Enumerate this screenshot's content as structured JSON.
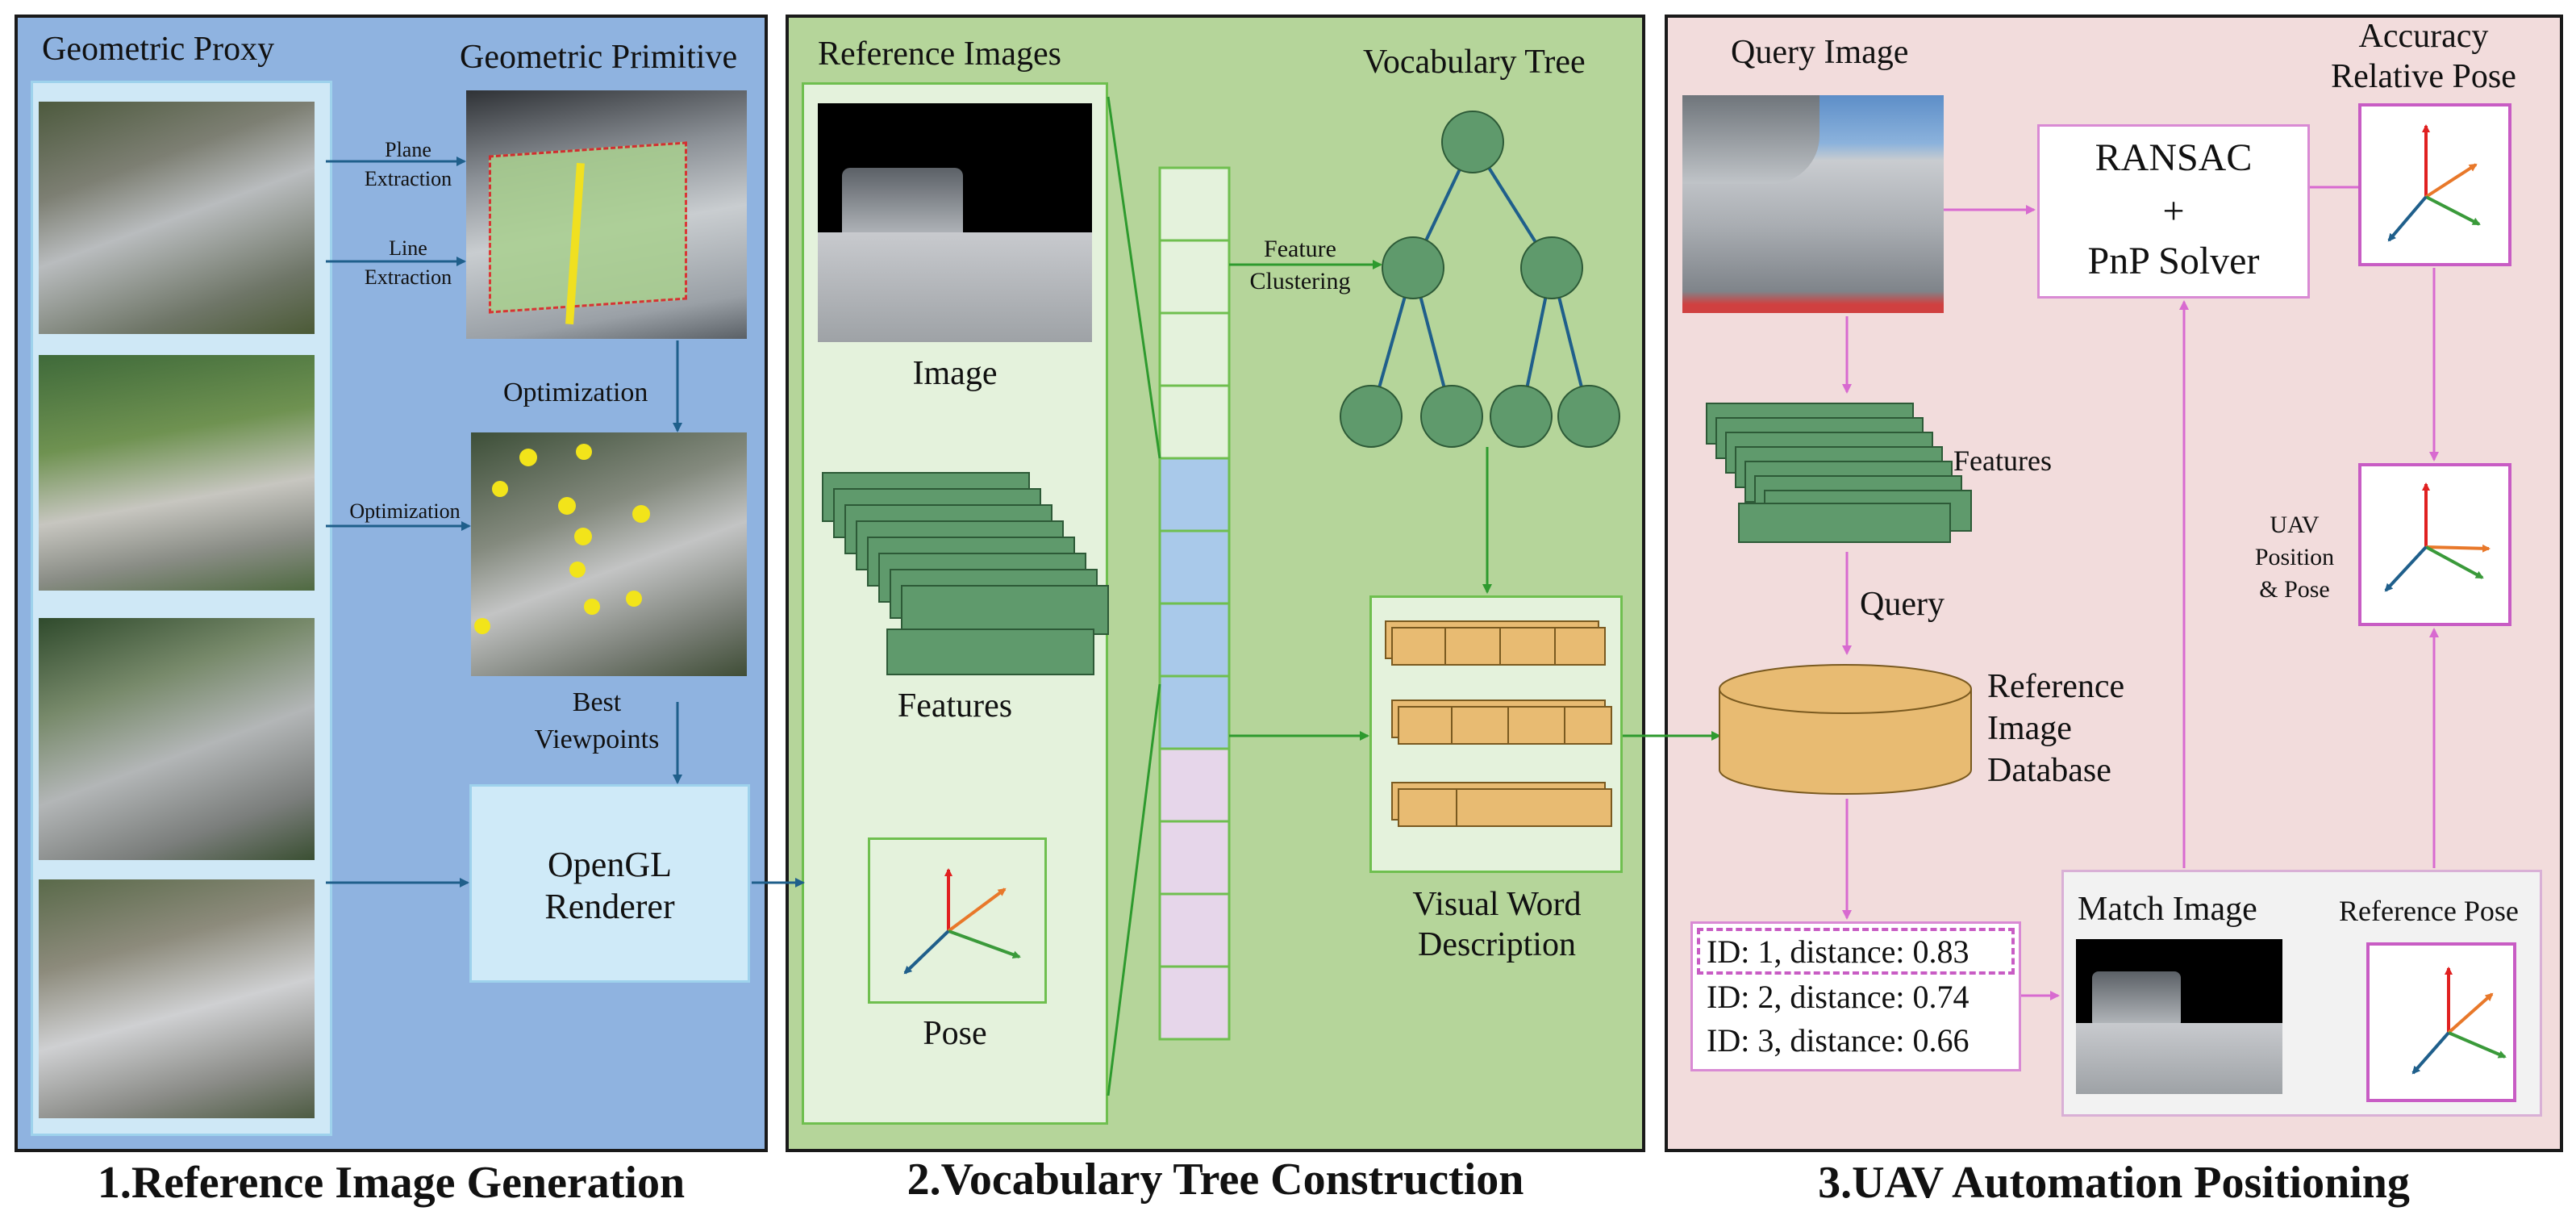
{
  "colors": {
    "panel1_bg": "#8fb3e0",
    "panel2_bg": "#b5d59a",
    "panel3_bg": "#f2dcdc",
    "tree_node": "#5f9a6c",
    "word_box": "#e8bb72",
    "feature_sheet": "#5f9a6c",
    "db": "#e8bb72",
    "pink_line": "#d86ad0",
    "blue_arrow": "#1f5f8b",
    "green_arrow": "#2e9a2e"
  },
  "panel1": {
    "title_proxy": "Geometric Proxy",
    "title_primitive": "Geometric Primitive",
    "plane_extraction": [
      "Plane",
      "Extraction"
    ],
    "line_extraction": [
      "Line",
      "Extraction"
    ],
    "optimization_top": "Optimization",
    "optimization_side": "Optimization",
    "best_viewpoints": [
      "Best",
      "Viewpoints"
    ],
    "renderer": [
      "OpenGL",
      "Renderer"
    ],
    "caption": "1.Reference Image Generation"
  },
  "panel2": {
    "title_reference": "Reference Images",
    "title_tree": "Vocabulary Tree",
    "image_label": "Image",
    "features_label": "Features",
    "pose_label": "Pose",
    "feature_clustering": [
      "Feature",
      "Clustering"
    ],
    "visual_word": [
      "Visual Word",
      "Description"
    ],
    "caption": "2.Vocabulary Tree Construction"
  },
  "panel3": {
    "title_query": "Query Image",
    "title_accuracy": [
      "Accuracy",
      "Relative Pose"
    ],
    "ransac": [
      "RANSAC",
      "+",
      "PnP Solver"
    ],
    "features_label": "Features",
    "query_label": "Query",
    "database": [
      "Reference",
      "Image",
      "Database"
    ],
    "uav_pose": [
      "UAV",
      "Position",
      "& Pose"
    ],
    "match_image": "Match Image",
    "reference_pose": "Reference Pose",
    "results": [
      "ID: 1, distance: 0.83",
      "ID: 2, distance: 0.74",
      "ID: 3, distance: 0.66"
    ],
    "caption": "3.UAV Automation Positioning"
  }
}
